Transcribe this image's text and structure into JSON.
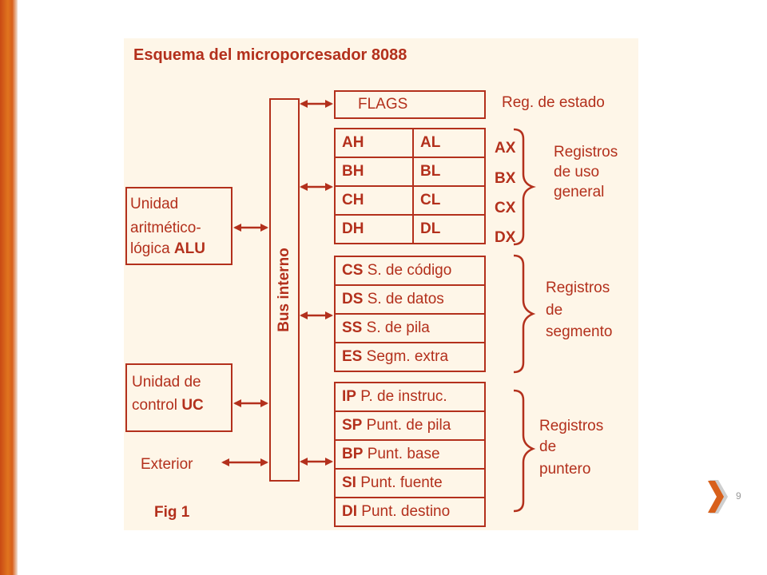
{
  "title": "Esquema del microporcesador 8088",
  "bus_label": "Bus interno",
  "alu": {
    "line1": "Unidad",
    "line2": "aritmético-",
    "line3_normal": "lógica ",
    "line3_bold": "ALU"
  },
  "uc": {
    "line1": "Unidad de",
    "line2_normal": "control ",
    "line2_bold": "UC"
  },
  "exterior": "Exterior",
  "fig": "Fig 1",
  "flags": {
    "label": "FLAGS",
    "desc": "Reg. de estado"
  },
  "general": {
    "rows": [
      {
        "high": "AH",
        "low": "AL",
        "pair": "AX"
      },
      {
        "high": "BH",
        "low": "BL",
        "pair": "BX"
      },
      {
        "high": "CH",
        "low": "CL",
        "pair": "CX"
      },
      {
        "high": "DH",
        "low": "DL",
        "pair": "DX"
      }
    ],
    "group": [
      "Registros",
      "de uso",
      "general"
    ]
  },
  "segment": {
    "rows": [
      {
        "code": "CS",
        "desc": "S. de código"
      },
      {
        "code": "DS",
        "desc": "S. de datos"
      },
      {
        "code": "SS",
        "desc": "S. de pila"
      },
      {
        "code": "ES",
        "desc": "Segm. extra"
      }
    ],
    "group": [
      "Registros",
      "de",
      "segmento"
    ]
  },
  "pointer": {
    "rows": [
      {
        "code": "IP",
        "desc": "P. de instruc."
      },
      {
        "code": "SP",
        "desc": "Punt. de pila"
      },
      {
        "code": "BP",
        "desc": "Punt. base"
      },
      {
        "code": "SI",
        "desc": "Punt. fuente"
      },
      {
        "code": "DI",
        "desc": "Punt. destino"
      }
    ],
    "group": [
      "Registros",
      "de",
      "puntero"
    ]
  },
  "slide": {
    "page_number": "9"
  },
  "colors": {
    "diagram": "#b3301c",
    "figure_background": "#fef6e8",
    "accent": "#d8601b"
  }
}
